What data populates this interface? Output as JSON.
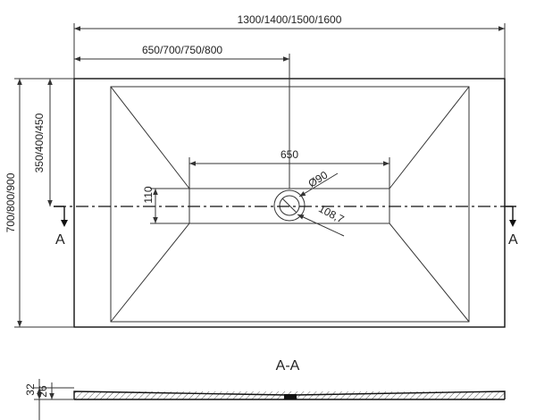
{
  "labels": {
    "overall_width": "1300/1400/1500/1600",
    "half_width": "650/700/750/800",
    "overall_depth": "700/800/900",
    "half_depth": "350/400/450",
    "channel_length": "650",
    "drain_diameter": "Ø90",
    "drain_outer": "108,7",
    "channel_height": "110",
    "section_left": "A",
    "section_right": "A",
    "section_title": "A-A",
    "total_height": "32",
    "inner_height": "26"
  },
  "colors": {
    "line": "#333333",
    "text": "#222222"
  }
}
